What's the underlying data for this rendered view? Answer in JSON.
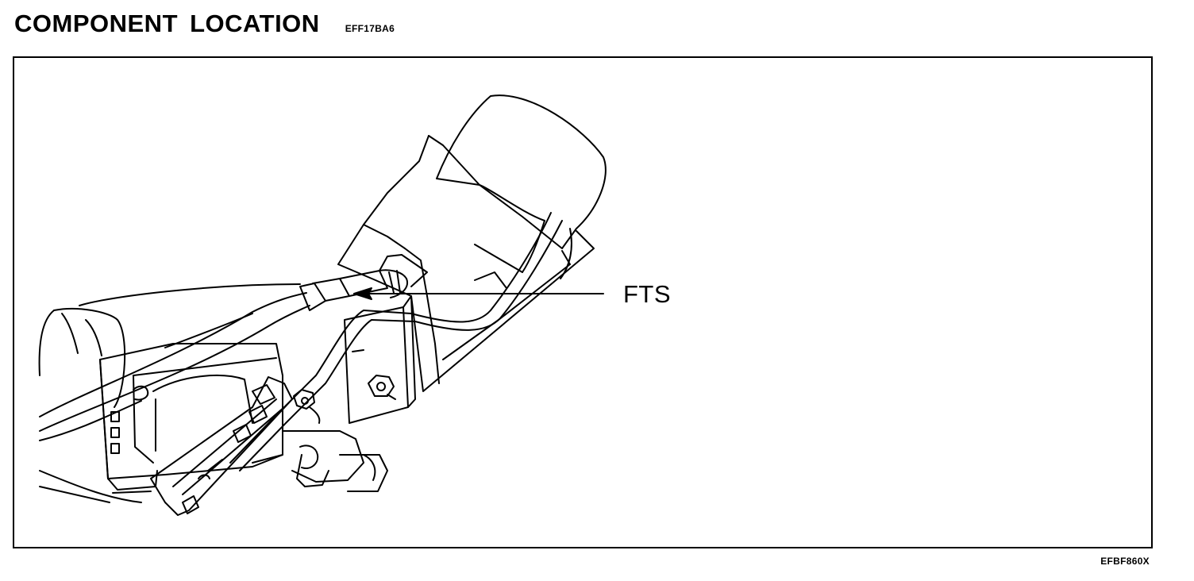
{
  "header": {
    "title": "COMPONENT LOCATION",
    "code": "EFF17BA6"
  },
  "diagram": {
    "callout_label": "FTS",
    "figure_id": "EFBF860X"
  },
  "icons": [
    "fuel-tank-sensor-illustration",
    "arrow-left-icon"
  ]
}
